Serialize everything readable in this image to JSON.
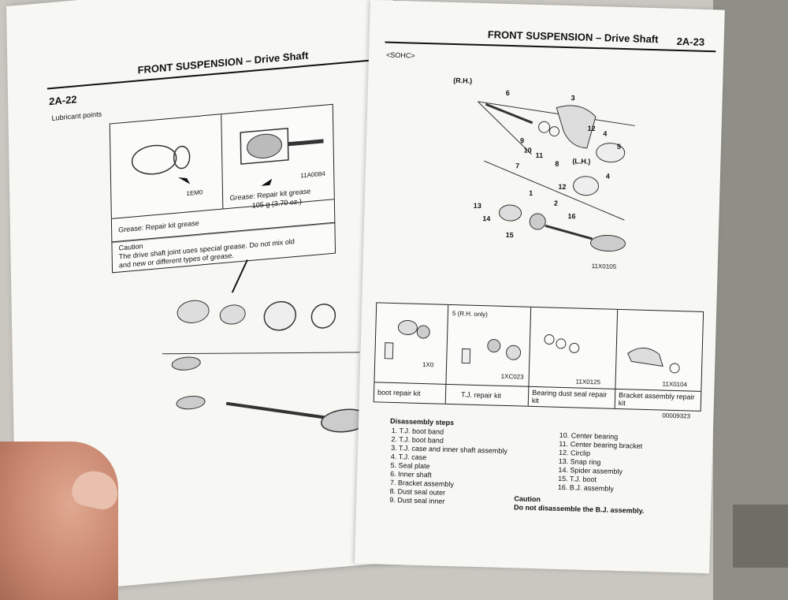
{
  "left_page": {
    "header": "FRONT SUSPENSION – Drive Shaft",
    "page_number": "2A-22",
    "section_title": "Lubricant points",
    "codes": [
      "11A0084",
      "1EM0"
    ],
    "grease_left": "Grease: Repair kit grease",
    "grease_right": "Grease: Repair kit grease",
    "grease_amount": "105 g (3.70 oz.)",
    "caution_title": "Caution",
    "caution_line1": "The drive shaft joint uses special grease. Do not mix old",
    "caution_line2": "and new or different types of grease."
  },
  "right_page": {
    "header": "FRONT SUSPENSION – Drive Shaft",
    "page_number": "2A-23",
    "engine": "<SOHC>",
    "rh_label": "(R.H.)",
    "lh_label": "(L.H.)",
    "part_callouts": [
      "6",
      "3",
      "9",
      "10",
      "11",
      "12",
      "4",
      "5",
      "8",
      "7",
      "12",
      "4",
      "13",
      "1",
      "2",
      "14",
      "16",
      "15"
    ],
    "diagram_code": "11X0105",
    "kits": [
      {
        "label": "boot repair kit",
        "code": "1X0"
      },
      {
        "label": "T.J. repair kit",
        "code": "1XC023",
        "note": "5 (R.H. only)"
      },
      {
        "label": "Bearing dust seal repair kit",
        "code": "11X0125"
      },
      {
        "label": "Bracket assembly repair kit",
        "code": "11X0104"
      }
    ],
    "table_code": "00009323",
    "steps_title": "Disassembly steps",
    "steps_left": [
      "1. T.J. boot band",
      "2. T.J. boot band",
      "3. T.J. case and inner shaft assembly",
      "4. T.J. case",
      "5. Seal plate",
      "6. Inner shaft",
      "7. Bracket assembly",
      "8. Dust seal outer",
      "9. Dust seal inner"
    ],
    "steps_right": [
      "10. Center bearing",
      "11. Center bearing bracket",
      "12. Circlip",
      "13. Snap ring",
      "14. Spider assembly",
      "15. T.J. boot",
      "16. B.J. assembly"
    ],
    "caution_title": "Caution",
    "caution_text": "Do not disassemble the B.J. assembly."
  }
}
